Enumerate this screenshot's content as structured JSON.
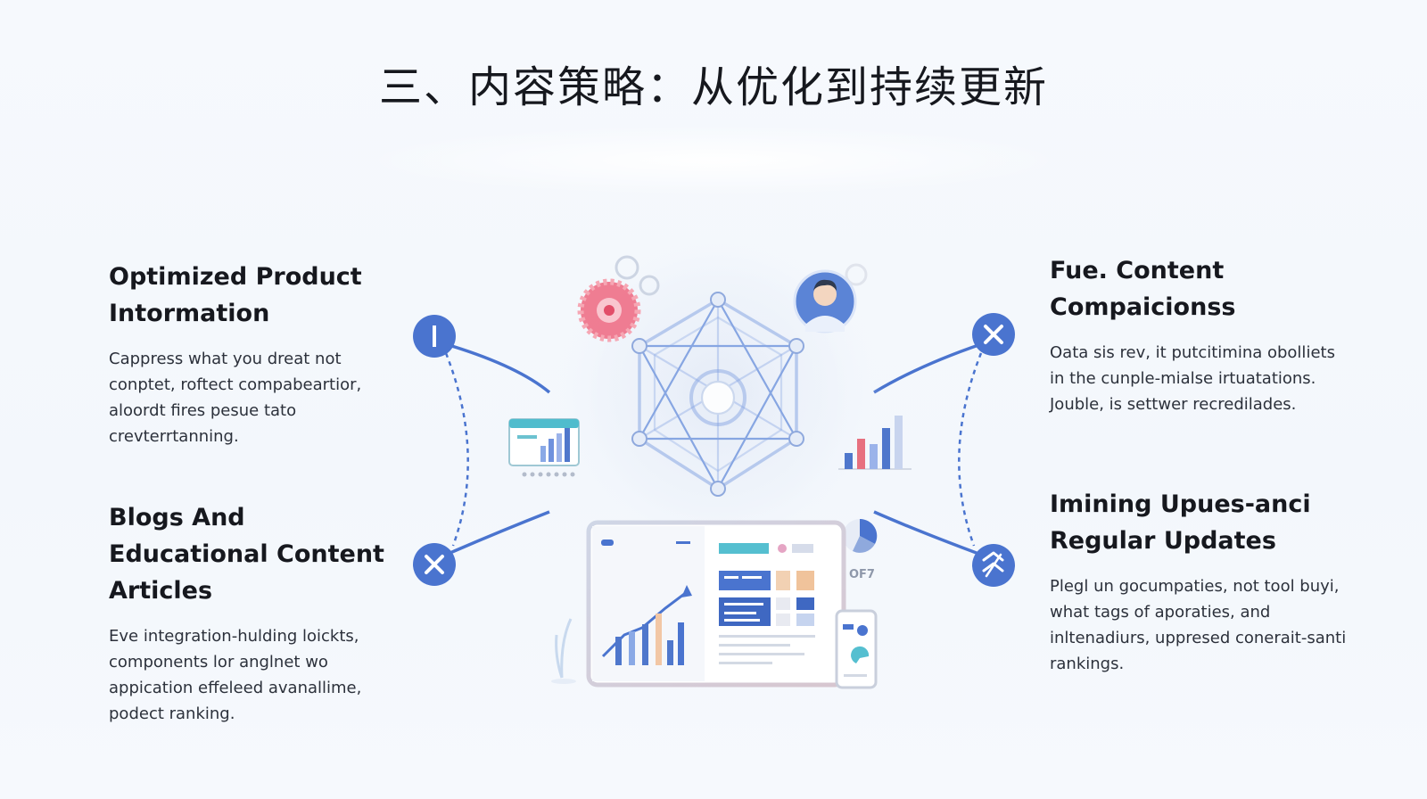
{
  "title": "三、内容策略：从优化到持续更新",
  "sections": [
    {
      "heading": "Optimized Product Intormation",
      "body": "Cappress what you dreat not conptet, roftect compabeartior, aloordt fires pesue tato crevterrtanning.",
      "icon": "info-icon"
    },
    {
      "heading": "Blogs And Educational Content Articles",
      "body": "Eve integration-hulding loickts, components lor anglnet wo appication effeleed avanallime, podect ranking.",
      "icon": "close-icon"
    },
    {
      "heading": "Fue. Content Compaicionss",
      "body": "Oata sis rev, it putcitimina obolliets in the cunple-mialse irtuatations. Jouble, is settwer recredilades.",
      "icon": "close-icon"
    },
    {
      "heading": "Imining Upues-anci Regular Updates",
      "body": "Plegl un gocumpaties, not tool buyi, what tags of aporaties, and inltenadiurs, uppresed conerait-santi rankings.",
      "icon": "refresh-arrows-icon"
    }
  ],
  "illustration": {
    "chart_label": "OF7"
  },
  "colors": {
    "accent_blue": "#4a74cf",
    "node_blue": "#7d9ee0",
    "pink": "#ee6f86",
    "text_dark": "#16181e"
  }
}
